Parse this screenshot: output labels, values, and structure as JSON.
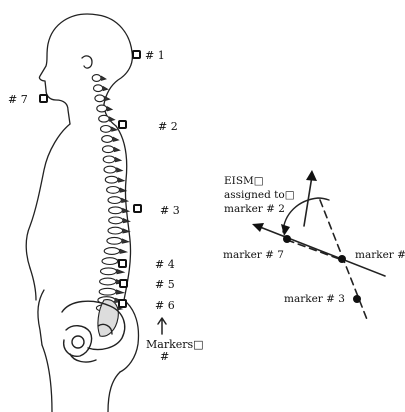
{
  "spine_markers": [
    {
      "id": "m1",
      "label": "# 1"
    },
    {
      "id": "m2",
      "label": "# 2"
    },
    {
      "id": "m3",
      "label": "# 3"
    },
    {
      "id": "m4",
      "label": "# 4"
    },
    {
      "id": "m5",
      "label": "# 5"
    },
    {
      "id": "m6",
      "label": "# 6"
    },
    {
      "id": "m7",
      "label": "# 7"
    }
  ],
  "markers_caption": {
    "line1": "Markers□",
    "line2": "#"
  },
  "inset": {
    "eism_line1": "EISM□",
    "eism_line2": "assigned to□",
    "eism_line3": "marker # 2",
    "marker7_label": "marker # 7",
    "marker_right_label": "marker #",
    "marker3_label": "marker # 3"
  }
}
